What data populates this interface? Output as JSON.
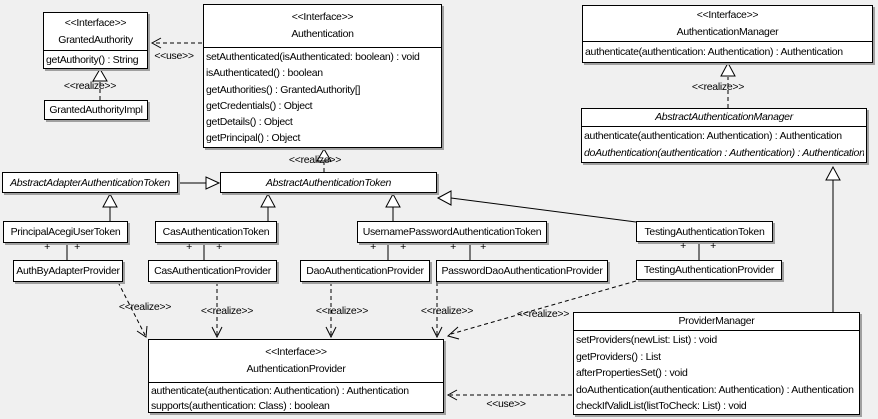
{
  "colors": {
    "background": "#f0f0f0",
    "box_fill": "#ffffff",
    "line": "#000000",
    "shadow": "#a0a0a0"
  },
  "classes": {
    "granted_authority": {
      "stereotype": "<<Interface>>",
      "name": "GrantedAuthority",
      "methods": [
        "getAuthority() : String"
      ]
    },
    "granted_authority_impl": {
      "name": "GrantedAuthorityImpl"
    },
    "authentication": {
      "stereotype": "<<Interface>>",
      "name": "Authentication",
      "methods": [
        "setAuthenticated(isAuthenticated: boolean) : void",
        "isAuthenticated() : boolean",
        "getAuthorities() : GrantedAuthority[]",
        "getCredentials() : Object",
        "getDetails() : Object",
        "getPrincipal() : Object"
      ]
    },
    "authentication_manager": {
      "stereotype": "<<Interface>>",
      "name": "AuthenticationManager",
      "methods": [
        "authenticate(authentication: Authentication) : Authentication"
      ]
    },
    "abstract_authentication_manager": {
      "name": "AbstractAuthenticationManager",
      "methods": [
        "authenticate(authentication: Authentication) : Authentication",
        "doAuthentication(authentication : Authentication) : Authentication"
      ]
    },
    "abstract_adapter_authentication_token": {
      "name": "AbstractAdapterAuthenticationToken"
    },
    "abstract_authentication_token": {
      "name": "AbstractAuthenticationToken"
    },
    "principal_acegi_user_token": {
      "name": "PrincipalAcegiUserToken"
    },
    "cas_authentication_token": {
      "name": "CasAuthenticationToken"
    },
    "username_password_authentication_token": {
      "name": "UsernamePasswordAuthenticationToken"
    },
    "testing_authentication_token": {
      "name": "TestingAuthenticationToken"
    },
    "auth_by_adapter_provider": {
      "name": "AuthByAdapterProvider"
    },
    "cas_authentication_provider": {
      "name": "CasAuthenticationProvider"
    },
    "dao_authentication_provider": {
      "name": "DaoAuthenticationProvider"
    },
    "password_dao_authentication_provider": {
      "name": "PasswordDaoAuthenticationProvider"
    },
    "testing_authentication_provider": {
      "name": "TestingAuthenticationProvider"
    },
    "authentication_provider": {
      "stereotype": "<<Interface>>",
      "name": "AuthenticationProvider",
      "methods": [
        "authenticate(authentication: Authentication) : Authentication",
        "supports(authentication: Class) : boolean"
      ]
    },
    "provider_manager": {
      "name": "ProviderManager",
      "methods": [
        "setProviders(newList: List) : void",
        "getProviders() : List",
        "afterPropertiesSet() : void",
        "doAuthentication(authentication: Authentication) : Authentication",
        "checkIfValidList(listToCheck: List) : void"
      ]
    }
  },
  "edges": {
    "plus": "+",
    "use_granted_authority": {
      "label": "<<use>>"
    },
    "realize_granted_authority": {
      "label": "<<realize>>"
    },
    "realize_authentication": {
      "label": "<<realize>>"
    },
    "realize_authentication_manager": {
      "label": "<<realize>>"
    },
    "realize_auth_by_adapter": {
      "label": "<<realize>>"
    },
    "realize_cas": {
      "label": "<<realize>>"
    },
    "realize_dao": {
      "label": "<<realize>>"
    },
    "realize_password_dao": {
      "label": "<<realize>>"
    },
    "realize_testing": {
      "label": "<<realize>>"
    },
    "use_provider_manager": {
      "label": "<<use>>"
    }
  }
}
